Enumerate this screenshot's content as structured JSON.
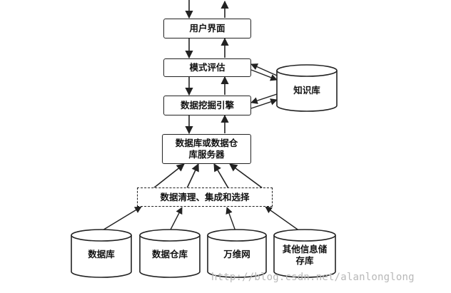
{
  "diagram": {
    "boxes": {
      "user_interface": "用户界面",
      "pattern_evaluation": "模式评估",
      "mining_engine": "数据挖掘引擎",
      "db_server": "数据库或数据仓\n库服务器",
      "cleaning": "数据清理、集成和选择"
    },
    "stores": {
      "knowledge_base": "知识库",
      "database": "数据库",
      "data_warehouse": "数据仓库",
      "www": "万维网",
      "other_repos": "其他信息储\n存库"
    }
  },
  "watermark": "http://blog.csdn.net/alanlonglong"
}
